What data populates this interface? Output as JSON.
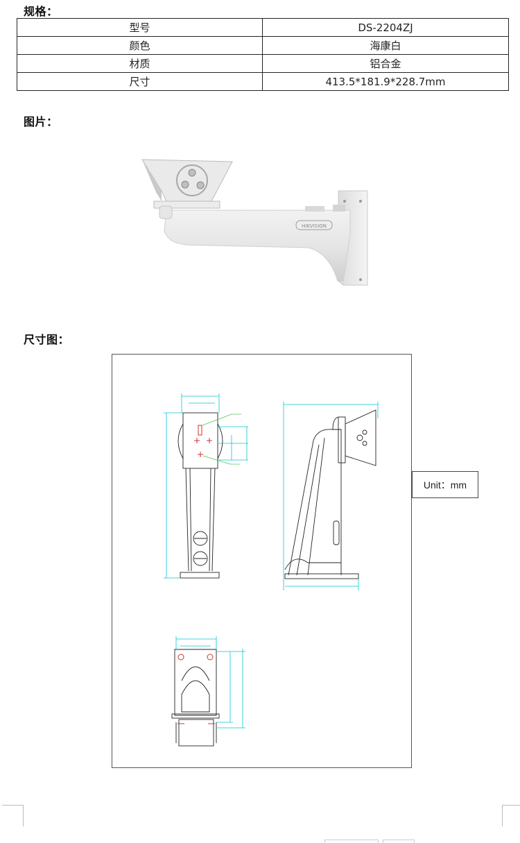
{
  "sections": {
    "specs_heading": "规格：",
    "photo_heading": "图片：",
    "dimensions_heading": "尺寸图："
  },
  "spec_table": {
    "rows": [
      {
        "key": "型号",
        "value": "DS-2204ZJ"
      },
      {
        "key": "颜色",
        "value": "海康白"
      },
      {
        "key": "材质",
        "value": "铝合金"
      },
      {
        "key": "尺寸",
        "value": "413.5*181.9*228.7mm"
      }
    ]
  },
  "photo": {
    "subject": "wall-mount-bracket",
    "label_on_arm": "HIKVISION"
  },
  "drawing": {
    "unit_label": "Unit：mm",
    "colors": {
      "dimension_line": "#00c8d8",
      "annotation": "#4fc24f",
      "hole_marker": "#d03030",
      "outline": "#222222"
    }
  }
}
